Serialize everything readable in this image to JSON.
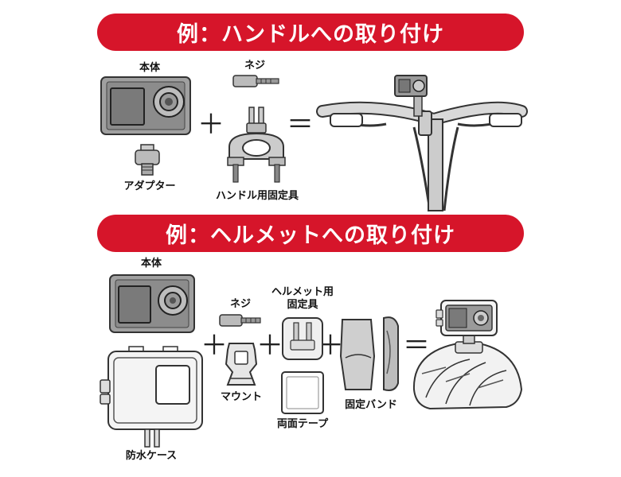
{
  "section1": {
    "title": "例：ハンドルへの取り付け",
    "labels": {
      "body": "本体",
      "screw": "ネジ",
      "adapter": "アダプター",
      "handle_mount": "ハンドル用固定具"
    },
    "plus": "＋",
    "equals": "＝"
  },
  "section2": {
    "title": "例：ヘルメットへの取り付け",
    "labels": {
      "body": "本体",
      "screw": "ネジ",
      "helmet_mount_line1": "ヘルメット用",
      "helmet_mount_line2": "固定具",
      "mount": "マウント",
      "double_tape": "両面テープ",
      "fixing_band": "固定バンド",
      "waterproof_case": "防水ケース"
    },
    "plus": "＋",
    "equals": "＝"
  },
  "colors": {
    "banner": "#d6152a",
    "banner_text": "#ffffff",
    "device_body": "#9a9a9a",
    "outline": "#333333"
  }
}
